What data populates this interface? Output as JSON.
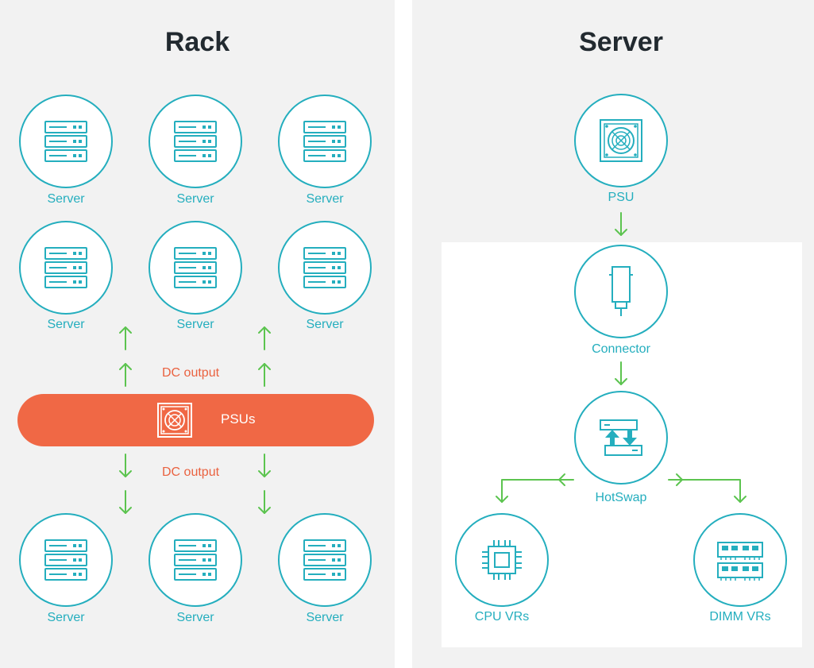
{
  "rack": {
    "title": "Rack",
    "server_label": "Server",
    "dc_output_top": "DC output",
    "dc_output_bottom": "DC output",
    "psus_label": "PSUs"
  },
  "server": {
    "title": "Server",
    "psu_label": "PSU",
    "connector_label": "Connector",
    "hotswap_label": "HotSwap",
    "cpu_vrs_label": "CPU VRs",
    "dimm_vrs_label": "DIMM VRs"
  },
  "colors": {
    "teal": "#24aebe",
    "orange": "#f06845",
    "green": "#5cc44f",
    "title": "#222a30"
  }
}
